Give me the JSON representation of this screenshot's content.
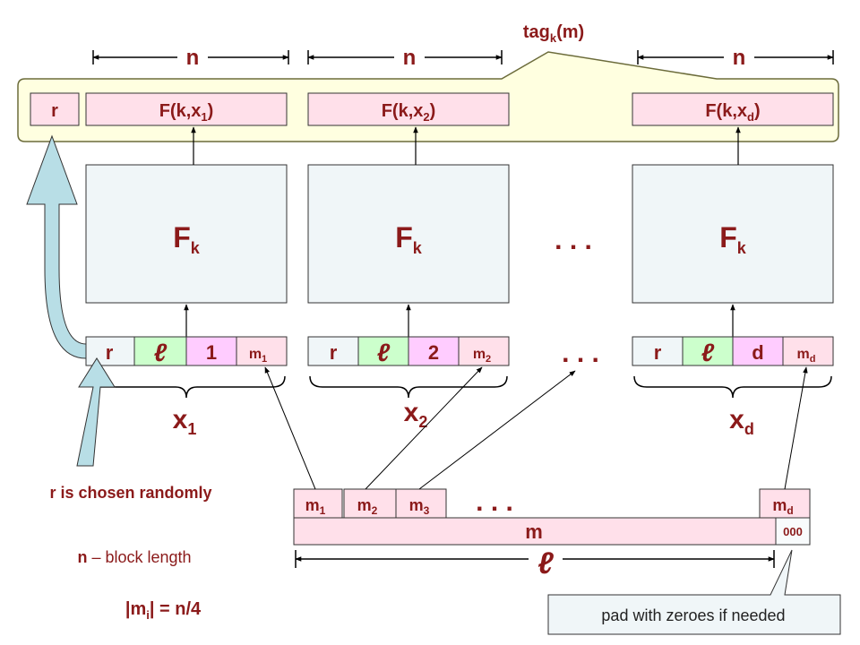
{
  "tag_label": "tag",
  "tag_sub": "k",
  "tag_arg": "(m)",
  "n_label": "n",
  "output_row": {
    "r": "r",
    "cells": [
      {
        "pre": "F(k,x",
        "sub": "1",
        "post": ")"
      },
      {
        "pre": "F(k,x",
        "sub": "2",
        "post": ")"
      },
      {
        "pre": "F(k,x",
        "sub": "d",
        "post": ")"
      }
    ]
  },
  "prf": {
    "main": "F",
    "sub": "k"
  },
  "ellipsis": ". . .",
  "blocks": [
    {
      "r": "r",
      "ell": "ℓ",
      "idx": "1",
      "m_main": "m",
      "m_sub": "1",
      "x_main": "x",
      "x_sub": "1"
    },
    {
      "r": "r",
      "ell": "ℓ",
      "idx": "2",
      "m_main": "m",
      "m_sub": "2",
      "x_main": "x",
      "x_sub": "2"
    },
    {
      "r": "r",
      "ell": "ℓ",
      "idx": "d",
      "m_main": "m",
      "m_sub": "d",
      "x_main": "x",
      "x_sub": "d"
    }
  ],
  "message": {
    "blocks": [
      {
        "main": "m",
        "sub": "1"
      },
      {
        "main": "m",
        "sub": "2"
      },
      {
        "main": "m",
        "sub": "3"
      },
      {
        "main": "m",
        "sub": "d"
      }
    ],
    "label": "m",
    "pad": "000",
    "length_label": "ℓ"
  },
  "notes": {
    "random": "r is chosen randomly",
    "n_pre": "n",
    "n_post": " – block length",
    "mi_pre": "|m",
    "mi_sub": "i",
    "mi_post": "| = n/4",
    "pad_callout": "pad with zeroes if needed"
  },
  "colors": {
    "tag_bg": "#FFFFE0",
    "tag_border": "#6B6B3A",
    "output_cell": "#FFE0EA",
    "prf_box": "#F0F6F8",
    "r_cell": "#F0F6F8",
    "ell_cell": "#CCFFCC",
    "idx_cell": "#FFCCFF",
    "m_cell": "#FFE0EA",
    "dark_red": "#8B1A1A",
    "arrow_fill": "#B8DEE6"
  }
}
